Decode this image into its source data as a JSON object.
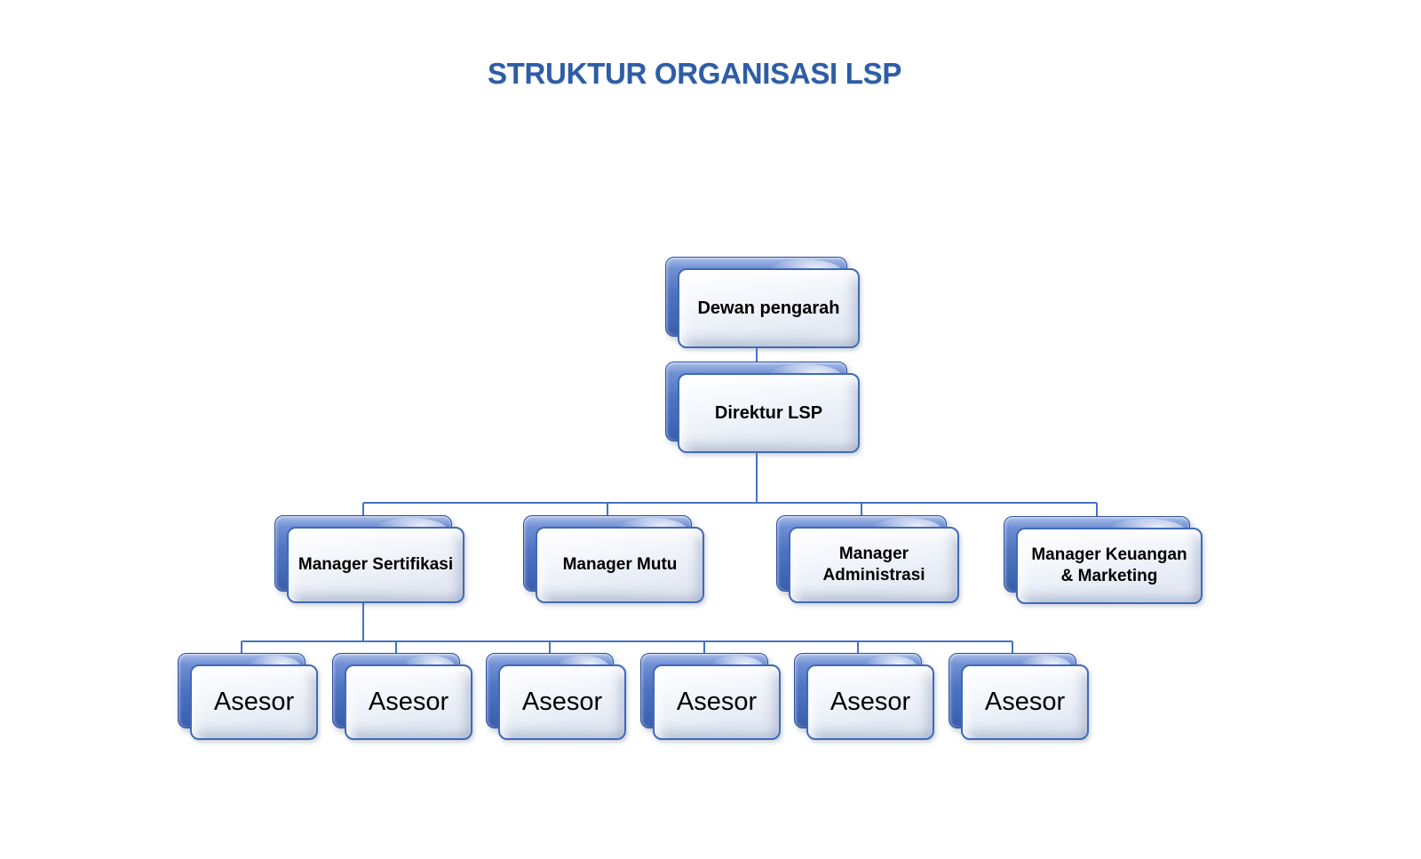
{
  "title": "STRUKTUR ORGANISASI LSP",
  "org": {
    "board": {
      "label": "Dewan pengarah"
    },
    "director": {
      "label": "Direktur LSP"
    },
    "managers": [
      {
        "label": "Manager Sertifikasi"
      },
      {
        "label": "Manager Mutu"
      },
      {
        "label": "Manager Administrasi"
      },
      {
        "label": "Manager Keuangan & Marketing"
      }
    ],
    "assessors": [
      {
        "label": "Asesor"
      },
      {
        "label": "Asesor"
      },
      {
        "label": "Asesor"
      },
      {
        "label": "Asesor"
      },
      {
        "label": "Asesor"
      },
      {
        "label": "Asesor"
      }
    ]
  },
  "colors": {
    "background": "#FFFFFF",
    "title_text": "#2E5DA6",
    "connector": "#4472C4",
    "node_border": "#3F6AB8",
    "node_back_fill": "#4F74C2",
    "node_face_fill": "#EFF3F9",
    "label_text": "#000000"
  }
}
